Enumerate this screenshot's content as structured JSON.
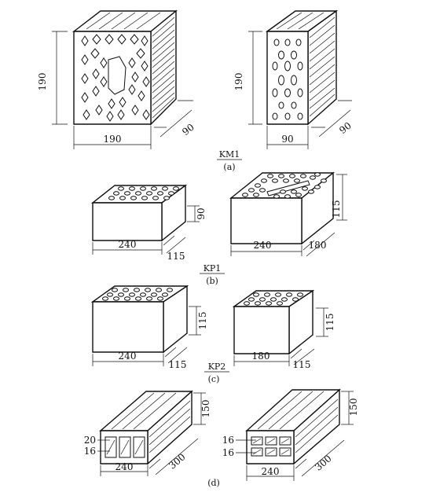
{
  "labels": {
    "km1": "KM1",
    "kp1": "KP1",
    "kp2": "KP2",
    "a": "(a)",
    "b": "(b)",
    "c": "(c)",
    "d": "(d)"
  },
  "dims": {
    "a_left_h": "190",
    "a_left_w": "190",
    "a_left_d": "90",
    "a_right_h": "190",
    "a_right_w": "90",
    "a_right_d": "90",
    "b_left_l": "240",
    "b_left_d": "115",
    "b_left_h": "90",
    "b_right_l": "240",
    "b_right_d": "180",
    "b_right_h": "115",
    "c_left_l": "240",
    "c_left_d": "115",
    "c_left_h": "115",
    "c_right_l": "180",
    "c_right_d": "115",
    "c_right_h": "115",
    "d_left_h": "150",
    "d_left_w": "240",
    "d_left_d": "300",
    "d_left_a": "20",
    "d_left_b": "16",
    "d_right_h": "150",
    "d_right_w": "240",
    "d_right_d": "300",
    "d_right_a": "16",
    "d_right_b": "16"
  }
}
